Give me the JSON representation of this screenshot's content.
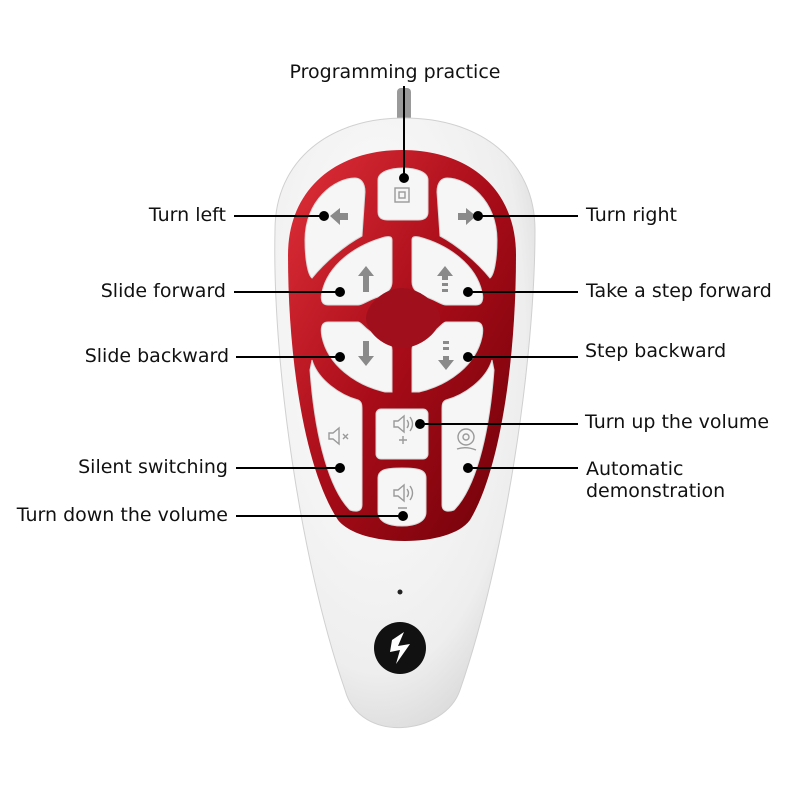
{
  "labels": {
    "programming_practice": "Programming practice",
    "turn_left": "Turn left",
    "turn_right": "Turn right",
    "slide_forward": "Slide forward",
    "take_step_forward": "Take a step forward",
    "slide_backward": "Slide backward",
    "step_backward": "Step backward",
    "turn_up_volume": "Turn up the volume",
    "silent_switching": "Silent switching",
    "automatic_demonstration_1": "Automatic",
    "automatic_demonstration_2": "demonstration",
    "turn_down_volume": "Turn down the volume"
  },
  "colors": {
    "frame": "#b0101c",
    "body": "#f2f2f2",
    "button": "#f7f7f7",
    "icon": "#8a8a8a",
    "leader": "#000000"
  }
}
